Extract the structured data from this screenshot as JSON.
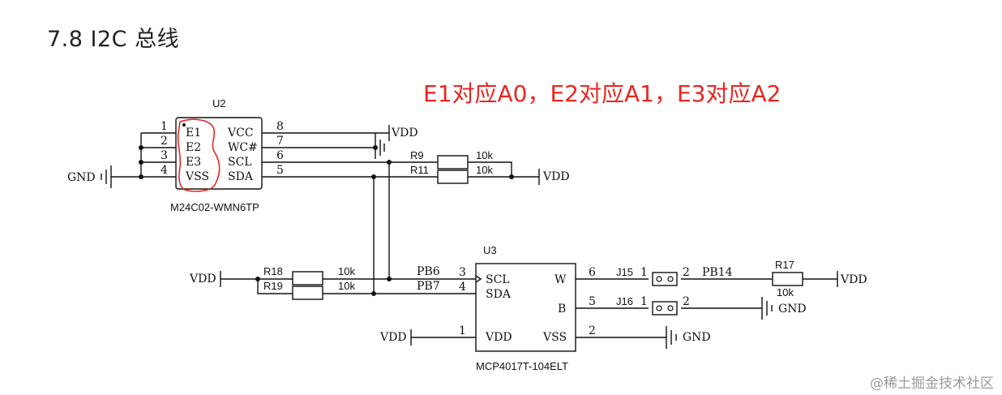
{
  "header": {
    "title": "7.8   I2C 总线"
  },
  "annotation": {
    "text": "E1对应A0，E2对应A1，E3对应A2",
    "color": "#e8261f"
  },
  "watermark": "@稀土掘金技术社区",
  "u2": {
    "ref": "U2",
    "part": "M24C02-WMN6TP",
    "left_pins": [
      {
        "num": "1",
        "name": "E1"
      },
      {
        "num": "2",
        "name": "E2"
      },
      {
        "num": "3",
        "name": "E3"
      },
      {
        "num": "4",
        "name": "VSS"
      }
    ],
    "right_pins": [
      {
        "num": "8",
        "name": "VCC"
      },
      {
        "num": "7",
        "name": "WC#"
      },
      {
        "num": "6",
        "name": "SCL"
      },
      {
        "num": "5",
        "name": "SDA"
      }
    ]
  },
  "u3": {
    "ref": "U3",
    "part": "MCP4017T-104ELT",
    "left_pins": [
      {
        "num": "3",
        "name": "SCL"
      },
      {
        "num": "4",
        "name": "SDA"
      },
      {
        "num": "1",
        "name": "VDD"
      }
    ],
    "right_pins": [
      {
        "num": "6",
        "name": "W"
      },
      {
        "num": "5",
        "name": "B"
      },
      {
        "num": "2",
        "name": "VSS"
      }
    ]
  },
  "resistors": {
    "r9": {
      "ref": "R9",
      "value": "10k"
    },
    "r11": {
      "ref": "R11",
      "value": "10k"
    },
    "r18": {
      "ref": "R18",
      "value": "10k"
    },
    "r19": {
      "ref": "R19",
      "value": "10k"
    },
    "r17": {
      "ref": "R17",
      "value": "10k"
    }
  },
  "jumpers": {
    "j15": {
      "ref": "J15",
      "pin1": "1",
      "pin2": "2"
    },
    "j16": {
      "ref": "J16",
      "pin1": "1",
      "pin2": "2"
    }
  },
  "nets": {
    "vdd": "VDD",
    "gnd": "GND",
    "pb6": "PB6",
    "pb7": "PB7",
    "pb14": "PB14"
  }
}
